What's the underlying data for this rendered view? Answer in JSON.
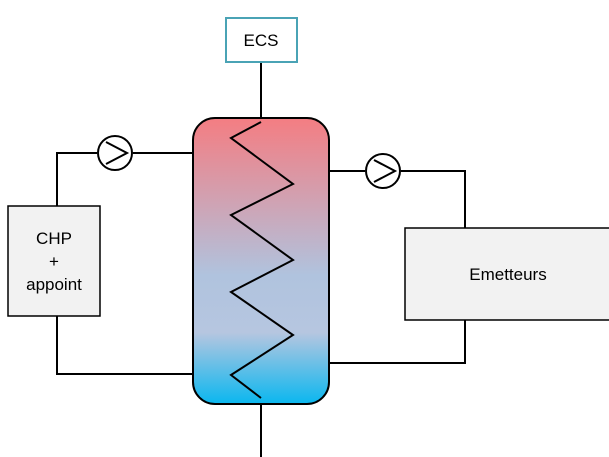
{
  "components": {
    "ecs": {
      "label": "ECS",
      "border_color": "#4aa3b5"
    },
    "chp": {
      "line1": "CHP",
      "line2": "+",
      "line3": "appoint"
    },
    "emitters": {
      "label": "Emetteurs"
    },
    "tank": {
      "top_color": "#f47d82",
      "mid_color": "#b0c3de",
      "bottom_color": "#0ab7ef"
    }
  },
  "pumps": [
    {
      "icon": "pump-icon",
      "circuit": "CHP + appoint"
    },
    {
      "icon": "pump-icon",
      "circuit": "Emetteurs"
    }
  ],
  "colors": {
    "line": "#000000",
    "box_fill": "#f2f2f2"
  }
}
